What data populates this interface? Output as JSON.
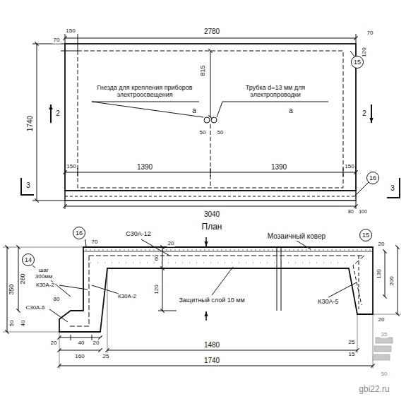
{
  "diagram": {
    "nodes": [
      {
        "text": [
          "15"
        ]
      },
      {
        "text": [
          "16"
        ]
      },
      {
        "text": [
          "16"
        ]
      },
      {
        "text": [
          "15"
        ]
      },
      {
        "text": [
          "14"
        ]
      }
    ],
    "labels": [
      "150",
      "2780",
      "70",
      "70",
      "120",
      "815",
      "Гнезда для крепления приборов электроосвещения",
      "а",
      "Трубка d=13 мм для электропроводки",
      "а",
      "50",
      "50",
      "2",
      "2",
      "1740",
      "3",
      "3",
      "150",
      "1390",
      "1390",
      "150",
      "80",
      "100",
      "3040",
      "План",
      "С30А-12",
      "Мозаичный ковер",
      "70",
      "20",
      "60",
      "120",
      "20",
      "130",
      "200",
      "20",
      "350",
      "260",
      "шаг 300мм",
      "К30А-2",
      "80",
      "С30А-6",
      "50",
      "40",
      "20",
      "40",
      "20",
      "160",
      "25",
      "К30А-2",
      "Защитный слой 10 мм",
      "К30А-5",
      "1480",
      "25",
      "15",
      "1740",
      "35",
      "50",
      "gbi22.ru"
    ]
  }
}
